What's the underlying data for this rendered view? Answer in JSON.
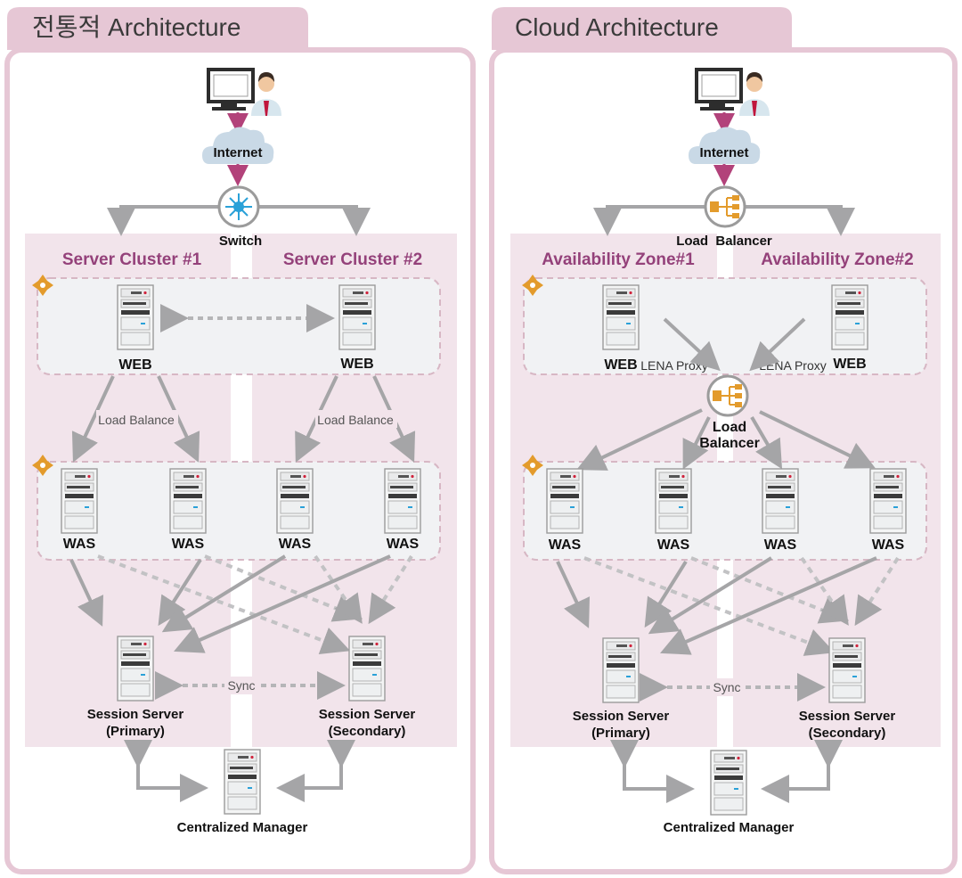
{
  "colors": {
    "tab": "#e6c7d5",
    "panel_border": "#e6c7d5",
    "cluster_bg": "#f2e4eb",
    "tier_bg": "#f1f2f4",
    "tier_border": "#d7b7c4",
    "arrow_gray": "#a5a5a7",
    "arrow_magenta": "#b2427a",
    "accent_purple": "#94417a",
    "switch_blue": "#2aa1d8",
    "lb_orange": "#e39b2c",
    "cloud": "#c9d9e6"
  },
  "traditional": {
    "title": "전통적 Architecture",
    "user_icon": "user-at-monitor-icon",
    "internet_label": "Internet",
    "switch_label": "Switch",
    "cluster1_label": "Server Cluster #1",
    "cluster2_label": "Server Cluster #2",
    "web_left_label": "WEB",
    "web_right_label": "WEB",
    "lb_left_label": "Load Balance",
    "lb_right_label": "Load Balance",
    "was_labels": [
      "WAS",
      "WAS",
      "WAS",
      "WAS"
    ],
    "session_primary": [
      "Session Server",
      "(Primary)"
    ],
    "session_secondary": [
      "Session Server",
      "(Secondary)"
    ],
    "sync_label": "Sync",
    "manager_label": "Centralized Manager"
  },
  "cloud": {
    "title": "Cloud Architecture",
    "user_icon": "user-at-monitor-icon",
    "internet_label": "Internet",
    "top_lb_label": "Load  Balancer",
    "zone1_label": "Availability Zone#1",
    "zone2_label": "Availability Zone#2",
    "web_left_label": "WEB",
    "web_right_label": "WEB",
    "proxy_left_label": "LENA Proxy",
    "proxy_right_label": "LENA Proxy",
    "mid_lb_label": [
      "Load",
      "Balancer"
    ],
    "was_labels": [
      "WAS",
      "WAS",
      "WAS",
      "WAS"
    ],
    "session_primary": [
      "Session Server",
      "(Primary)"
    ],
    "session_secondary": [
      "Session Server",
      "(Secondary)"
    ],
    "sync_label": "Sync",
    "manager_label": "Centralized Manager"
  }
}
